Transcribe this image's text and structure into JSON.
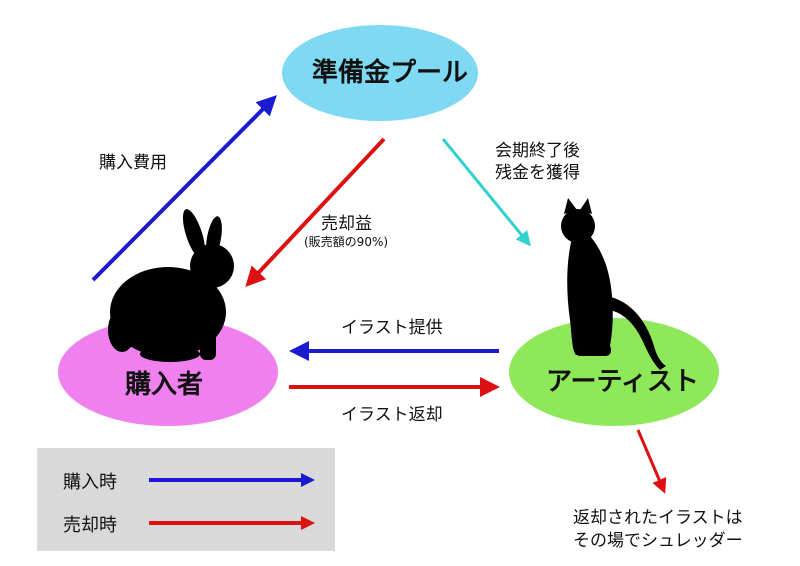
{
  "nodes": {
    "reserve_pool": "準備金プール",
    "buyer": "購入者",
    "artist": "アーティスト"
  },
  "edges": {
    "purchase_cost": "購入費用",
    "sale_profit": "売却益",
    "sale_profit_note": "(販売額の90%)",
    "remaining_after_term_line1": "会期終了後",
    "remaining_after_term_line2": "残金を獲得",
    "illustration_provide": "イラスト提供",
    "illustration_return": "イラスト返却",
    "shredder_line1": "返却されたイラストは",
    "shredder_line2": "その場でシュレッダー"
  },
  "legend": {
    "items": [
      {
        "label": "購入時",
        "color": "#1a1ad0"
      },
      {
        "label": "売却時",
        "color": "#dd1111"
      }
    ]
  },
  "colors": {
    "pool_fill": "#7fd9f2",
    "buyer_fill": "#f080ee",
    "artist_fill": "#8ee85a",
    "blue_arrow": "#1a1ad0",
    "red_arrow": "#dd1111",
    "cyan_arrow": "#33d0d0",
    "legend_bg": "#d9d9d9"
  },
  "icons": {
    "buyer_icon": "rabbit-silhouette-icon",
    "artist_icon": "cat-silhouette-icon"
  }
}
